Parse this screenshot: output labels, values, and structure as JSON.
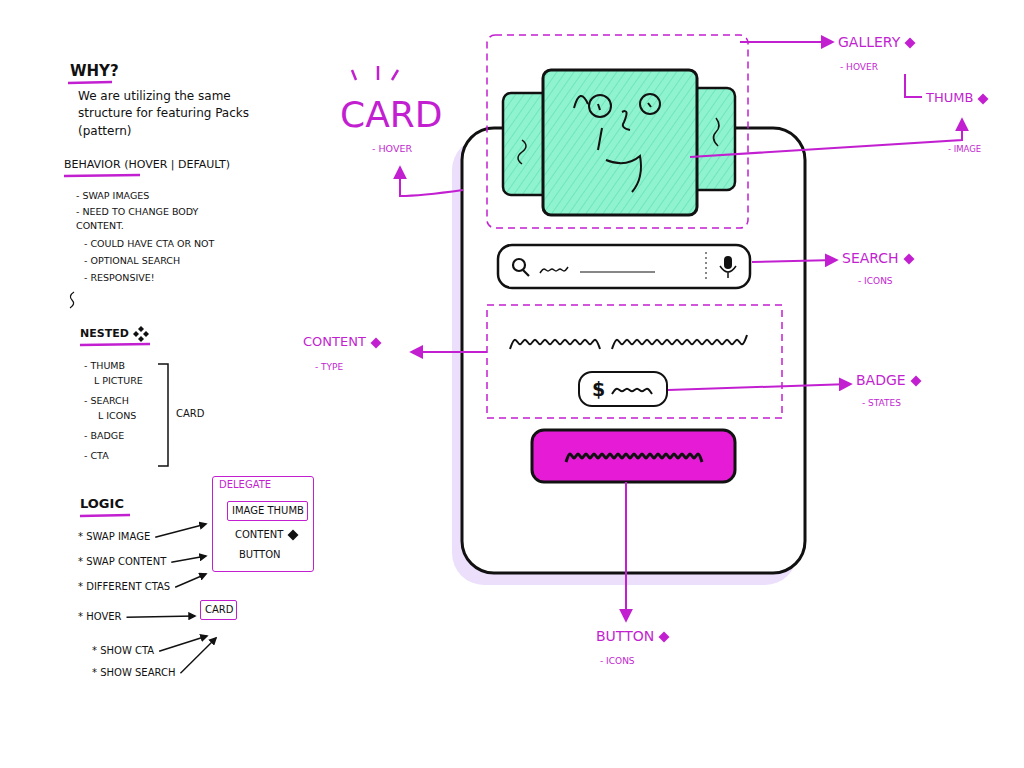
{
  "diagram": {
    "nodes": [
      {
        "text": [
          "DELEGATE",
          "CONTENT",
          "BUTTON"
        ]
      },
      {
        "text": [
          "IMAGE THUMB"
        ],
        "in": 0
      },
      {
        "text": [
          "CARD"
        ]
      },
      {
        "text": [
          "$"
        ]
      }
    ],
    "labels": [
      "WHY?",
      "We are utilizing the same structure for featuring Packs (pattern)",
      "BEHAVIOR (HOVER | DEFAULT)",
      "- SWAP IMAGES",
      "- NEED TO CHANGE BODY CONTENT.",
      "- COULD HAVE CTA OR NOT",
      "- OPTIONAL SEARCH",
      "- RESPONSIVE!",
      "NESTED",
      "- THUMB",
      "L PICTURE",
      "- SEARCH",
      "L ICONS",
      "- BADGE",
      "- CTA",
      "CARD",
      "LOGIC",
      "* SWAP IMAGE",
      "* SWAP CONTENT",
      "* DIFFERENT CTAS",
      "* HOVER",
      "* SHOW CTA",
      "* SHOW SEARCH",
      "CARD",
      "- HOVER",
      "GALLERY",
      "- HOVER",
      "THUMB",
      "- IMAGE",
      "SEARCH",
      "- ICONS",
      "CONTENT",
      "- TYPE",
      "BADGE",
      "- STATES",
      "BUTTON",
      "- ICONS"
    ]
  }
}
